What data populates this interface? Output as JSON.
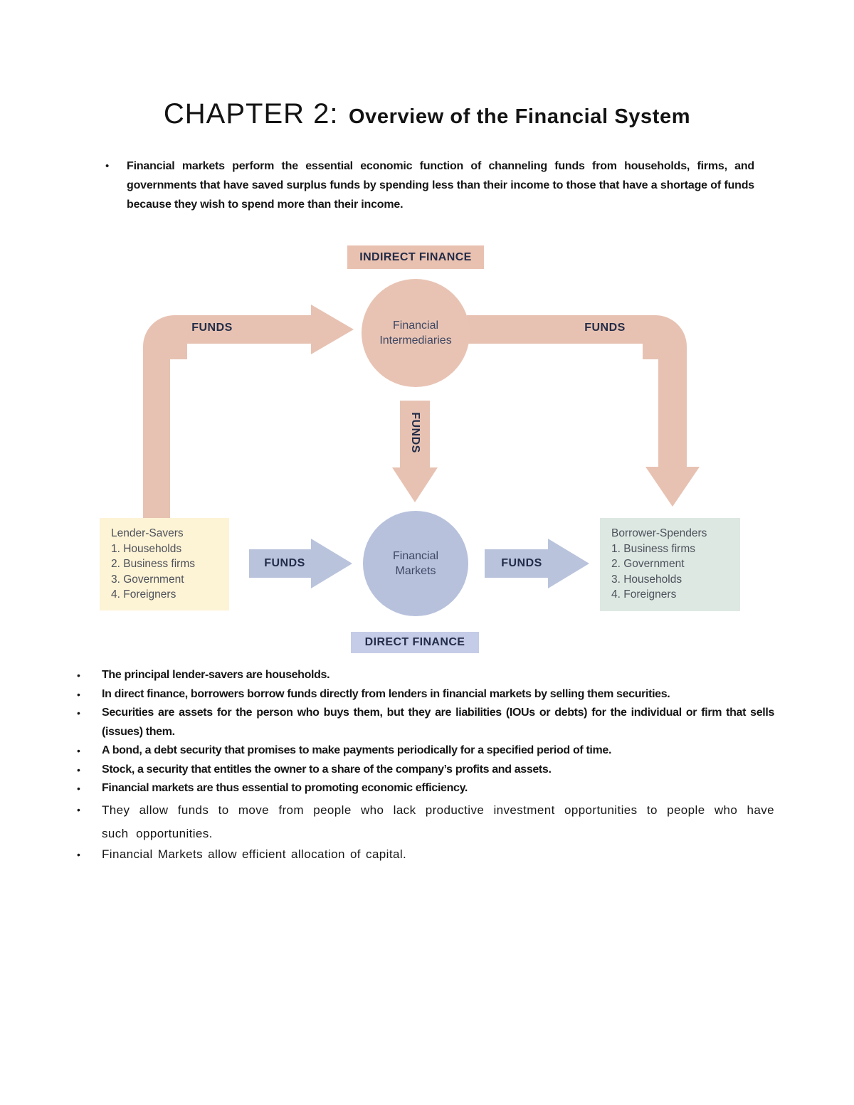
{
  "title": {
    "chapter": "CHAPTER 2:",
    "rest": "Overview of the Financial System"
  },
  "intro": {
    "text": "Financial markets perform the essential economic function of channeling funds from households, firms, and governments that have saved surplus funds by spending less than their income to those that have a shortage of funds because they wish to spend more than their income."
  },
  "diagram": {
    "indirect_label": "INDIRECT FINANCE",
    "direct_label": "DIRECT FINANCE",
    "intermediaries_label": "Financial Intermediaries",
    "markets_label": "Financial Markets",
    "funds": {
      "top_left": "FUNDS",
      "top_right": "FUNDS",
      "middle": "FUNDS",
      "bottom_left": "FUNDS",
      "bottom_right": "FUNDS"
    },
    "lender_savers": {
      "title": "Lender-Savers",
      "items": [
        "1. Households",
        "2. Business firms",
        "3. Government",
        "4. Foreigners"
      ]
    },
    "borrower_spenders": {
      "title": "Borrower-Spenders",
      "items": [
        "1. Business firms",
        "2. Government",
        "3. Households",
        "4. Foreigners"
      ]
    },
    "colors": {
      "salmon": "#e7c2b2",
      "blue_arrow": "#b9c3dc",
      "markets_circle": "#b7c1dc",
      "direct_box": "#c5cce7",
      "lender_box": "#fdf3d5",
      "borrower_box": "#dde8e2",
      "navy_text": "#232c48"
    }
  },
  "bullets": [
    "The principal lender-savers are households.",
    "In direct finance, borrowers borrow funds directly from lenders in financial markets by selling them securities.",
    "Securities are assets for the person who buys them, but they are liabilities (IOUs or debts) for the individual or firm that sells (issues) them.",
    "A bond, a debt security that promises to make payments periodically for a specified period of time.",
    "Stock, a security that entitles the owner to a share of the company’s profits and assets.",
    "Financial markets are thus essential to promoting economic efficiency.",
    "They allow funds to move from people who lack productive investment opportunities to people who have such opportunities.",
    "Financial Markets allow efficient allocation of capital."
  ]
}
